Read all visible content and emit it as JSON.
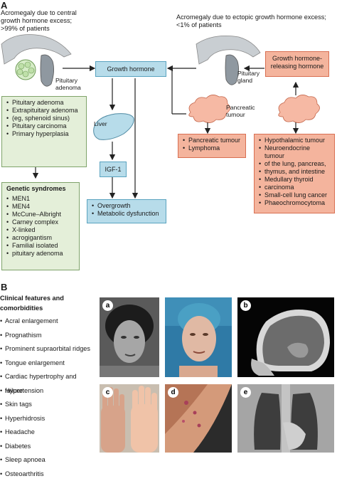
{
  "panelA": {
    "letter": "A",
    "left_header": "Acromegaly due to central growth hormone excess; >99% of patients",
    "left_header_l1": "Acromegaly due to central",
    "left_header_l2": "growth hormone excess;",
    "left_header_l3": ">99% of patients",
    "right_header_l1": "Acromegaly due to ectopic growth hormone excess;",
    "right_header_l2": "<1% of patients",
    "labels": {
      "pituitary_adenoma_l1": "Pituitary",
      "pituitary_adenoma_l2": "adenoma",
      "pituitary_gland_l1": "Pituitary",
      "pituitary_gland_l2": "gland",
      "pancreatic_tumour_l1": "Pancreatic",
      "pancreatic_tumour_l2": "tumour",
      "liver": "Liver"
    },
    "boxes": {
      "growth_hormone": "Growth hormone",
      "ghrh_l1": "Growth hormone-",
      "ghrh_l2": "releasing hormone",
      "igf1": "IGF-1",
      "causes": [
        "Pituitary adenoma",
        "Extrapituitary adenoma",
        "(eg, sphenoid sinus)",
        "Pituitary carcinoma",
        "Primary hyperplasia"
      ],
      "genetic_title": "Genetic syndromes",
      "genetic": [
        "MEN1",
        "MEN4",
        "McCune–Albright",
        "Carney complex",
        "X-linked",
        "acrogigantism",
        "Familial isolated",
        "pituitary adenoma"
      ],
      "ectopic_gh": [
        "Pancreatic tumour",
        "Lymphoma"
      ],
      "ectopic_ghrh": [
        "Hypothalamic tumour",
        "Neuroendocrine tumour",
        "of the lung, pancreas,",
        "thymus, and intestine",
        "Medullary thyroid",
        "carcinoma",
        "Small-cell lung cancer",
        "Phaeochromocytoma"
      ],
      "outcomes": [
        "Overgrowth",
        "Metabolic dysfunction"
      ]
    }
  },
  "panelB": {
    "letter": "B",
    "title_l1": "Clinical features and",
    "title_l2": "comorbidities",
    "features": [
      "Acral enlargement",
      "Prognathism",
      "Prominent supraorbital ridges",
      "Tongue enlargement",
      "Cardiac hypertrophy and failure",
      "Hypertension",
      "Skin tags",
      "Hyperhidrosis",
      "Headache",
      "Diabetes",
      "Sleep apnoea",
      "Osteoarthritis"
    ],
    "photo_tags": [
      "a",
      "b",
      "c",
      "d",
      "e"
    ]
  },
  "colors": {
    "blue_box": "#b7dcea",
    "green_box": "#e4efd9",
    "salmon_box": "#f4b49d"
  }
}
